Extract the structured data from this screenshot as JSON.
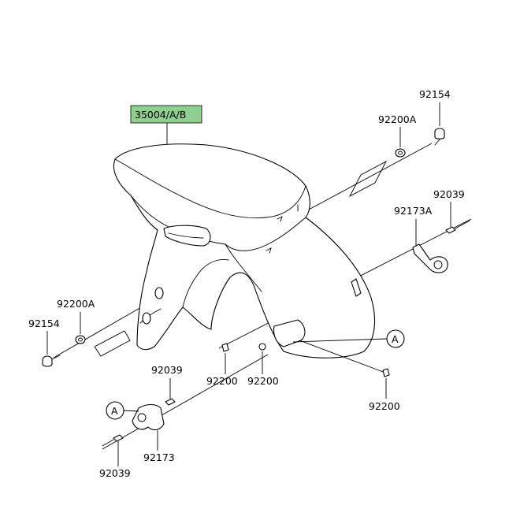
{
  "highlight_color": "#8fcf8f",
  "labels": {
    "fender": "35004/A/B",
    "bolt_top": "92154",
    "washer_top": "92200A",
    "nut_right_top": "92039",
    "clamp_right": "92173A",
    "washer_left": "92200A",
    "bolt_left": "92154",
    "grommet_center": "92200",
    "grommet_mid": "92200",
    "grommet_right": "92200",
    "nut_lower_top": "92039",
    "clamp_lower": "92173",
    "nut_lower_bottom": "92039"
  },
  "refs": {
    "ref_right": "A",
    "ref_left": "A"
  }
}
